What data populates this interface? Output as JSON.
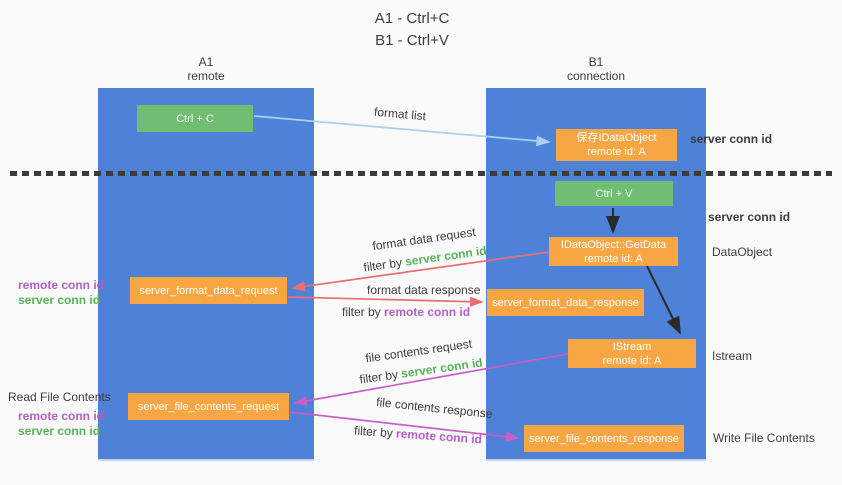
{
  "title": {
    "line1": "A1 - Ctrl+C",
    "line2": "B1 - Ctrl+V"
  },
  "lifelines": {
    "left": {
      "name": "A1",
      "subtitle": "remote"
    },
    "right": {
      "name": "B1",
      "subtitle": "connection"
    }
  },
  "boxes": {
    "ctrl_c": "Ctrl + C",
    "save_dataobject_line1": "保存IDataObject",
    "save_dataobject_line2": "remote id: A",
    "ctrl_v": "Ctrl + V",
    "getdata_line1": "IDataObject::GetData",
    "getdata_line2": "remote id: A",
    "format_request": "server_format_data_request",
    "format_response": "server_format_data_response",
    "istream_line1": "IStream",
    "istream_line2": "remote id: A",
    "file_request": "server_file_contents_request",
    "file_response": "server_file_contents_response"
  },
  "arrow_labels": {
    "format_list": "format list",
    "format_data_request": "format data request",
    "format_data_response": "format data response",
    "file_contents_request": "file contents request",
    "file_contents_response": "file contents response",
    "filter_by": "filter by",
    "server_conn_id": "server conn id",
    "remote_conn_id": "remote conn id"
  },
  "side_labels": {
    "server_conn_id": "server conn id",
    "remote_conn_id": "remote conn id",
    "dataobject": "DataObject",
    "istream": "Istream",
    "read_file_contents": "Read File Contents",
    "write_file_contents": "Write File Contents"
  },
  "colors": {
    "lifeline_blue": "#4d82d8",
    "box_green": "#6fbe72",
    "box_orange": "#f7a643",
    "server_green": "#57b25a",
    "remote_purple": "#b45fc9",
    "arrow_blue": "#a8d2ee",
    "arrow_red": "#ea6e72",
    "arrow_magenta": "#c95fc9",
    "arrow_black": "#2a2a2a",
    "text_dark": "#3d3d3d"
  }
}
